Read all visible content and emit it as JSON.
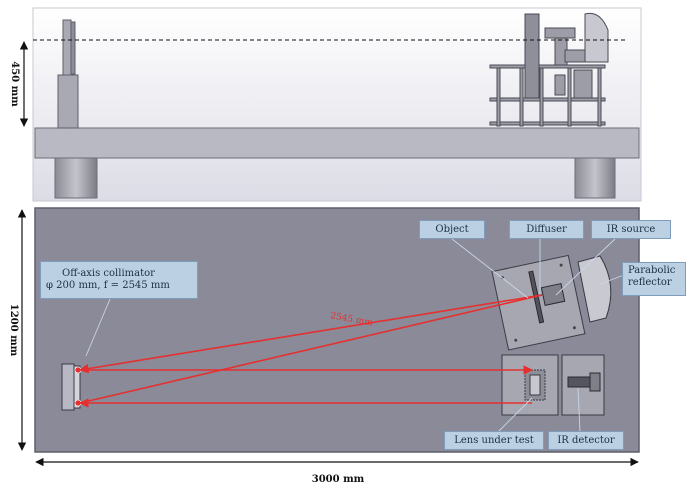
{
  "dimensions": {
    "height_side": "450 mm",
    "height_top": "1200 mm",
    "width": "3000 mm"
  },
  "optical_path_label": "2545 mm",
  "callouts": {
    "collimator_line1": "Off-axis collimator",
    "collimator_line2": "φ 200 mm, f = 2545 mm",
    "object": "Object",
    "diffuser": "Diffuser",
    "ir_source": "IR source",
    "parabolic_line1": "Parabolic",
    "parabolic_line2": "reflector",
    "lens_under_test": "Lens under test",
    "ir_detector": "IR detector"
  },
  "colors": {
    "beam": "#e63030",
    "callout_fill": "#bcd0e4",
    "panel_top": "#8a8a98",
    "panel_side_bg": "#f2f2f7"
  }
}
